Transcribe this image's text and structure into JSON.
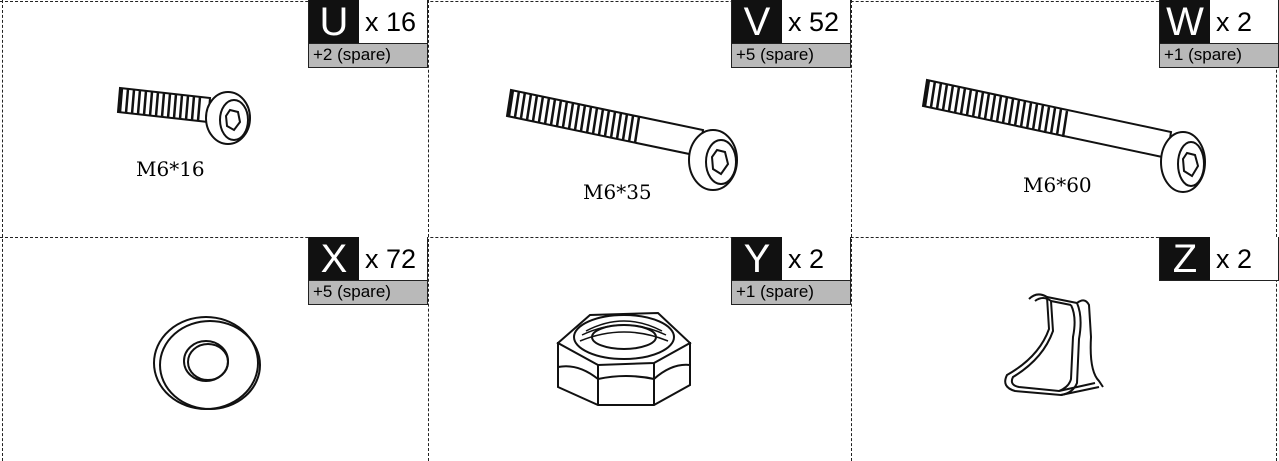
{
  "parts": [
    {
      "letter": "U",
      "qty": "x 16",
      "spare": "+2  (spare)",
      "size": "M6*16"
    },
    {
      "letter": "V",
      "qty": "x 52",
      "spare": "+5  (spare)",
      "size": "M6*35"
    },
    {
      "letter": "W",
      "qty": "x  2",
      "spare": "+1  (spare)",
      "size": "M6*60"
    },
    {
      "letter": "X",
      "qty": "x 72",
      "spare": "+5  (spare)"
    },
    {
      "letter": "Y",
      "qty": "x  2",
      "spare": "+1  (spare)"
    },
    {
      "letter": "Z",
      "qty": "x  2"
    }
  ],
  "icons": {
    "U": "screw-icon",
    "V": "screw-icon",
    "W": "screw-icon",
    "X": "washer-icon",
    "Y": "nut-icon",
    "Z": "clip-icon"
  }
}
